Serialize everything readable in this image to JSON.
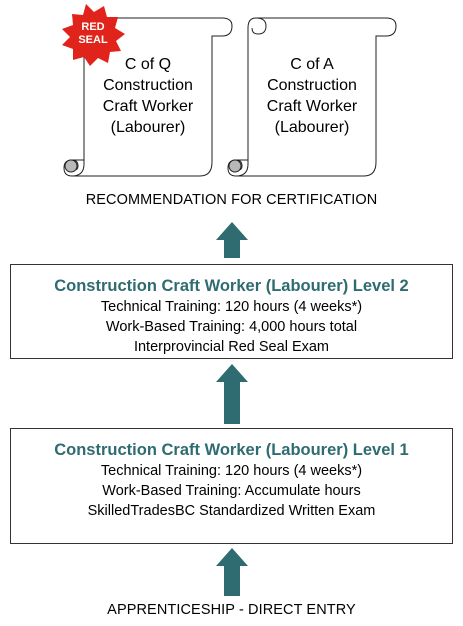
{
  "certificates": [
    {
      "lines": [
        "C of Q",
        "Construction",
        "Craft Worker",
        "(Labourer)"
      ]
    },
    {
      "lines": [
        "C of A",
        "Construction",
        "Craft Worker",
        "(Labourer)"
      ]
    }
  ],
  "seal": {
    "line1": "RED",
    "line2": "SEAL",
    "color": "#e0241b"
  },
  "recommendation_label": "RECOMMENDATION FOR CERTIFICATION",
  "levels": [
    {
      "title": "Construction Craft Worker (Labourer) Level 2",
      "lines": [
        "Technical Training:  120 hours (4 weeks*)",
        "Work-Based Training: 4,000 hours total",
        "Interprovincial Red Seal Exam"
      ]
    },
    {
      "title": "Construction Craft Worker (Labourer) Level 1",
      "lines": [
        "Technical Training:  120 hours (4 weeks*)",
        "Work-Based Training: Accumulate hours",
        "SkilledTradesBC Standardized Written Exam"
      ]
    }
  ],
  "entry_label": "APPRENTICESHIP - DIRECT ENTRY",
  "colors": {
    "accent": "#2f6c72",
    "arrow": "#2f6c72",
    "seal": "#e0241b"
  }
}
